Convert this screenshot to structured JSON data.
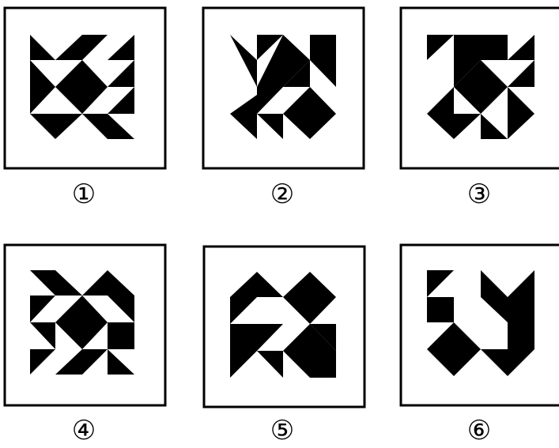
{
  "figures": [
    {
      "label": "①"
    },
    {
      "label": "②"
    },
    {
      "label": "③"
    },
    {
      "label": "④"
    },
    {
      "label": "⑤"
    },
    {
      "label": "⑥"
    }
  ],
  "colors": {
    "ink": "#000000",
    "paper": "#ffffff"
  }
}
